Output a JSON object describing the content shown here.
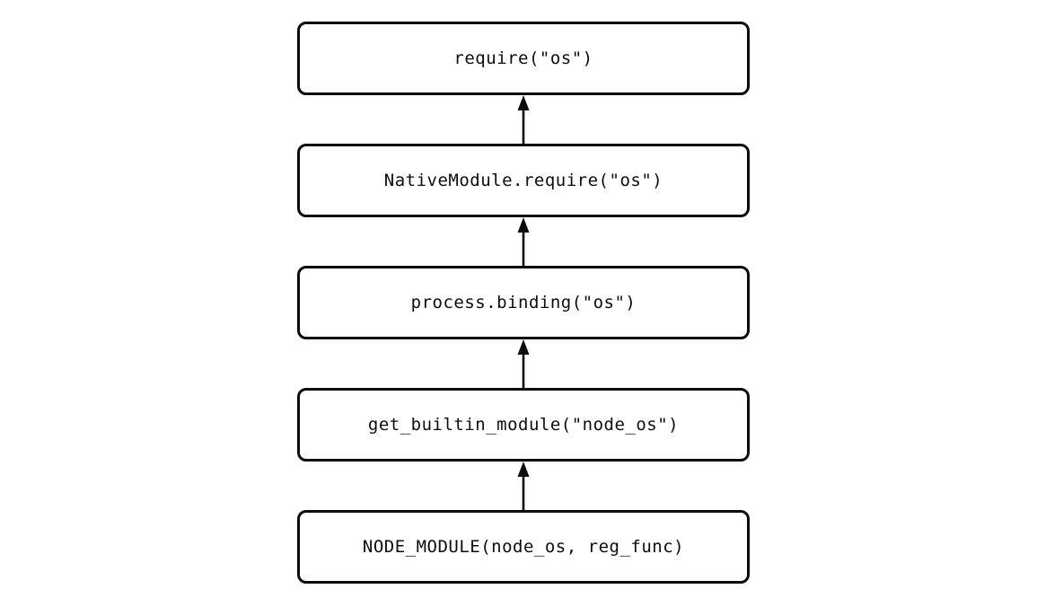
{
  "diagram": {
    "type": "flowchart",
    "direction": "bottom-to-top",
    "colors": {
      "background": "#ffffff",
      "box_fill": "#ffffff",
      "box_border": "#0d0d0d",
      "arrow": "#0d0d0d"
    },
    "nodes": [
      {
        "id": "require",
        "label": "require(\"os\")"
      },
      {
        "id": "native-module-require",
        "label": "NativeModule.require(\"os\")"
      },
      {
        "id": "process-binding",
        "label": "process.binding(\"os\")"
      },
      {
        "id": "get-builtin-module",
        "label": "get_builtin_module(\"node_os\")"
      },
      {
        "id": "node-module",
        "label": "NODE_MODULE(node_os, reg_func)"
      }
    ],
    "edges": [
      {
        "from": "node-module",
        "to": "get-builtin-module"
      },
      {
        "from": "get-builtin-module",
        "to": "process-binding"
      },
      {
        "from": "process-binding",
        "to": "native-module-require"
      },
      {
        "from": "native-module-require",
        "to": "require"
      }
    ]
  }
}
